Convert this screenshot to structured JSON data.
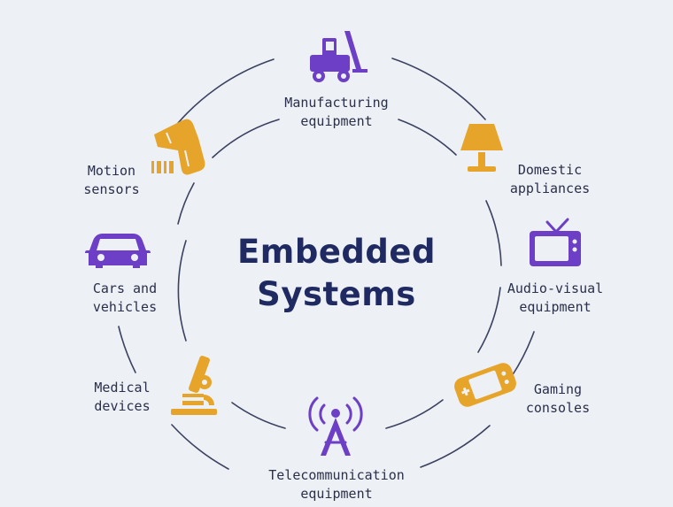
{
  "title": {
    "line1": "Embedded",
    "line2": "Systems"
  },
  "colors": {
    "background": "#edf0f4",
    "title": "#1f2a63",
    "purple": "#6c3fc6",
    "orange": "#e6a52a",
    "ring": "#3b4160"
  },
  "items": [
    {
      "line1": "Manufacturing",
      "line2": "equipment",
      "icon": "forklift-icon",
      "color": "purple"
    },
    {
      "line1": "Domestic",
      "line2": "appliances",
      "icon": "lamp-icon",
      "color": "orange"
    },
    {
      "line1": "Audio-visual",
      "line2": "equipment",
      "icon": "tv-icon",
      "color": "purple"
    },
    {
      "line1": "Gaming",
      "line2": "consoles",
      "icon": "gamepad-icon",
      "color": "orange"
    },
    {
      "line1": "Telecommunication",
      "line2": "equipment",
      "icon": "antenna-tower-icon",
      "color": "purple"
    },
    {
      "line1": "Medical",
      "line2": "devices",
      "icon": "microscope-icon",
      "color": "orange"
    },
    {
      "line1": "Cars and",
      "line2": "vehicles",
      "icon": "car-icon",
      "color": "purple"
    },
    {
      "line1": "Motion",
      "line2": "sensors",
      "icon": "barcode-scanner-icon",
      "color": "orange"
    }
  ]
}
